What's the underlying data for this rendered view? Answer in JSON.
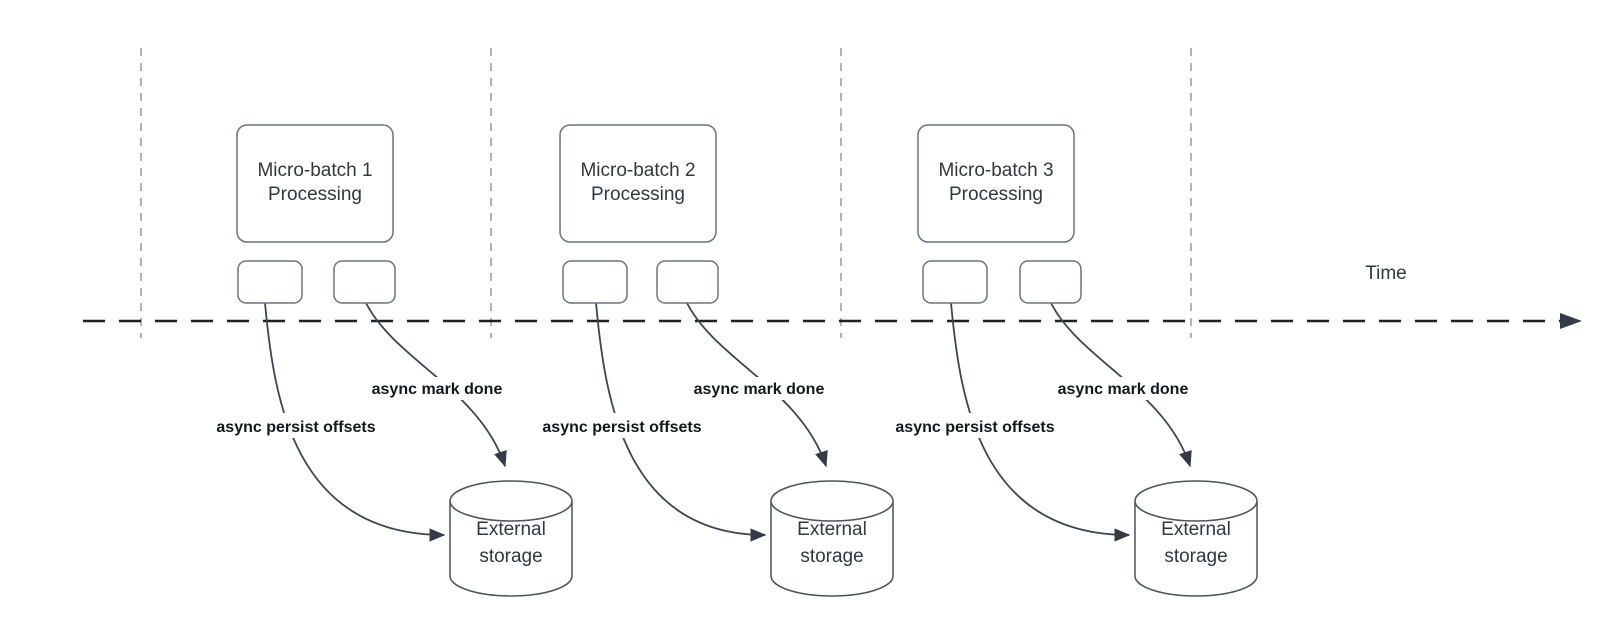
{
  "timeline": {
    "label": "Time"
  },
  "groups": [
    {
      "title_line1": "Micro-batch 1",
      "title_line2": "Processing",
      "persist_label": "async persist offsets",
      "done_label": "async mark done",
      "storage_line1": "External",
      "storage_line2": "storage"
    },
    {
      "title_line1": "Micro-batch 2",
      "title_line2": "Processing",
      "persist_label": "async persist offsets",
      "done_label": "async mark done",
      "storage_line1": "External",
      "storage_line2": "storage"
    },
    {
      "title_line1": "Micro-batch 3",
      "title_line2": "Processing",
      "persist_label": "async persist offsets",
      "done_label": "async mark done",
      "storage_line1": "External",
      "storage_line2": "storage"
    }
  ],
  "colors": {
    "background": "#ffffff",
    "interval_guide": "#b3b3b3",
    "time_axis": "#1f1f1f",
    "arrow_stroke": "#3e4550",
    "arrowhead_fill": "#343b46",
    "shape_stroke": "#6b7280",
    "cylinder_stroke": "#4d545e",
    "shape_text": "#33383e",
    "label_text": "#15181c"
  }
}
